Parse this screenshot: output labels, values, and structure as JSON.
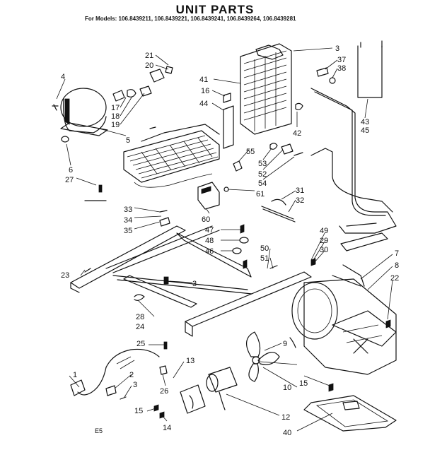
{
  "title": "UNIT PARTS",
  "models_line": "For Models: 106.8439211, 106.8439221, 106.8439241, 106.8439264, 106.8439281",
  "footer_code": "E5",
  "callouts": {
    "c1": "1",
    "c2": "2",
    "c3a": "3",
    "c3b": "3",
    "c3c": "3",
    "c4": "4",
    "c5": "5",
    "c6": "6",
    "c7": "7",
    "c8": "8",
    "c9": "9",
    "c10": "10",
    "c12": "12",
    "c13": "13",
    "c14": "14",
    "c15a": "15",
    "c15b": "15",
    "c16": "16",
    "c17": "17",
    "c18": "18",
    "c19": "19",
    "c20": "20",
    "c21": "21",
    "c22": "22",
    "c23": "23",
    "c24": "24",
    "c25": "25",
    "c26": "26",
    "c27": "27",
    "c28": "28",
    "c29": "29",
    "c30": "30",
    "c31": "31",
    "c32": "32",
    "c33": "33",
    "c34": "34",
    "c35": "35",
    "c37": "37",
    "c38": "38",
    "c40": "40",
    "c41": "41",
    "c42": "42",
    "c43": "43",
    "c44": "44",
    "c45": "45",
    "c46": "46",
    "c47": "47",
    "c48": "48",
    "c49": "49",
    "c50": "50",
    "c51": "51",
    "c52": "52",
    "c53": "53",
    "c54": "54",
    "c55": "55",
    "c60": "60",
    "c61": "61"
  }
}
